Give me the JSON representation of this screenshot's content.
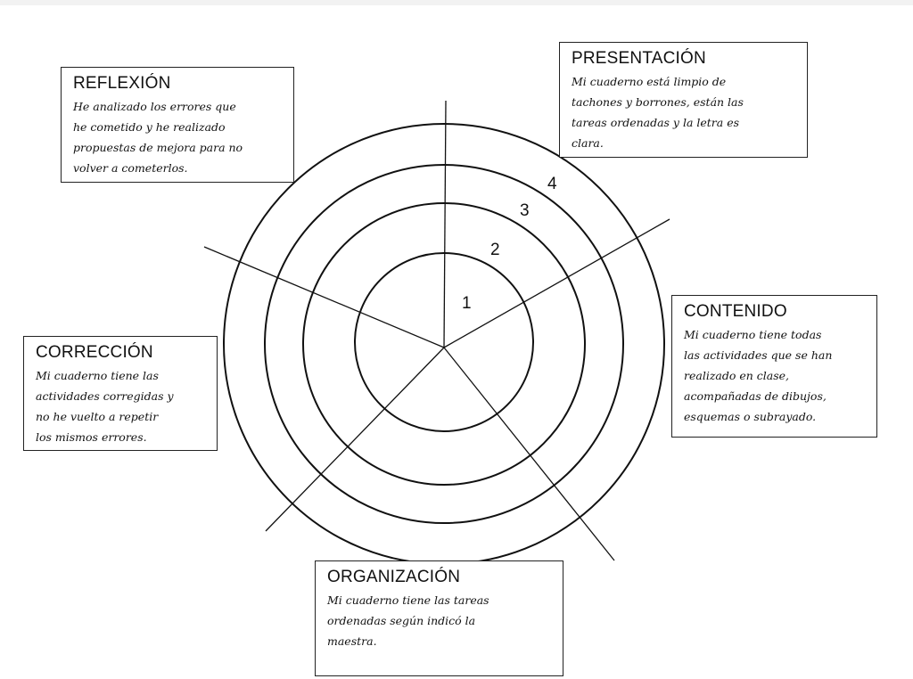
{
  "diagram": {
    "ring_labels": [
      "1",
      "2",
      "3",
      "4"
    ]
  },
  "cards": {
    "reflexion": {
      "title": "REFLEXIÓN",
      "lines": [
        "He analizado los errores que",
        "he cometido y he realizado",
        "propuestas de mejora para no",
        "volver a cometerlos."
      ]
    },
    "presentacion": {
      "title": "PRESENTACIÓN",
      "lines": [
        "Mi cuaderno está limpio de",
        "tachones y borrones, están las",
        "tareas ordenadas y la letra es",
        "clara."
      ]
    },
    "contenido": {
      "title": "CONTENIDO",
      "lines": [
        "Mi cuaderno tiene todas",
        "las actividades que se han",
        "realizado en clase,",
        "acompañadas de dibujos,",
        "esquemas o subrayado."
      ]
    },
    "correccion": {
      "title": "CORRECCIÓN",
      "lines": [
        "Mi cuaderno tiene las",
        "actividades corregidas y",
        "no he vuelto a repetir",
        "los mismos errores."
      ]
    },
    "organizacion": {
      "title": "ORGANIZACIÓN",
      "lines": [
        "Mi cuaderno tiene las tareas",
        "ordenadas según indicó la",
        "maestra."
      ]
    }
  }
}
